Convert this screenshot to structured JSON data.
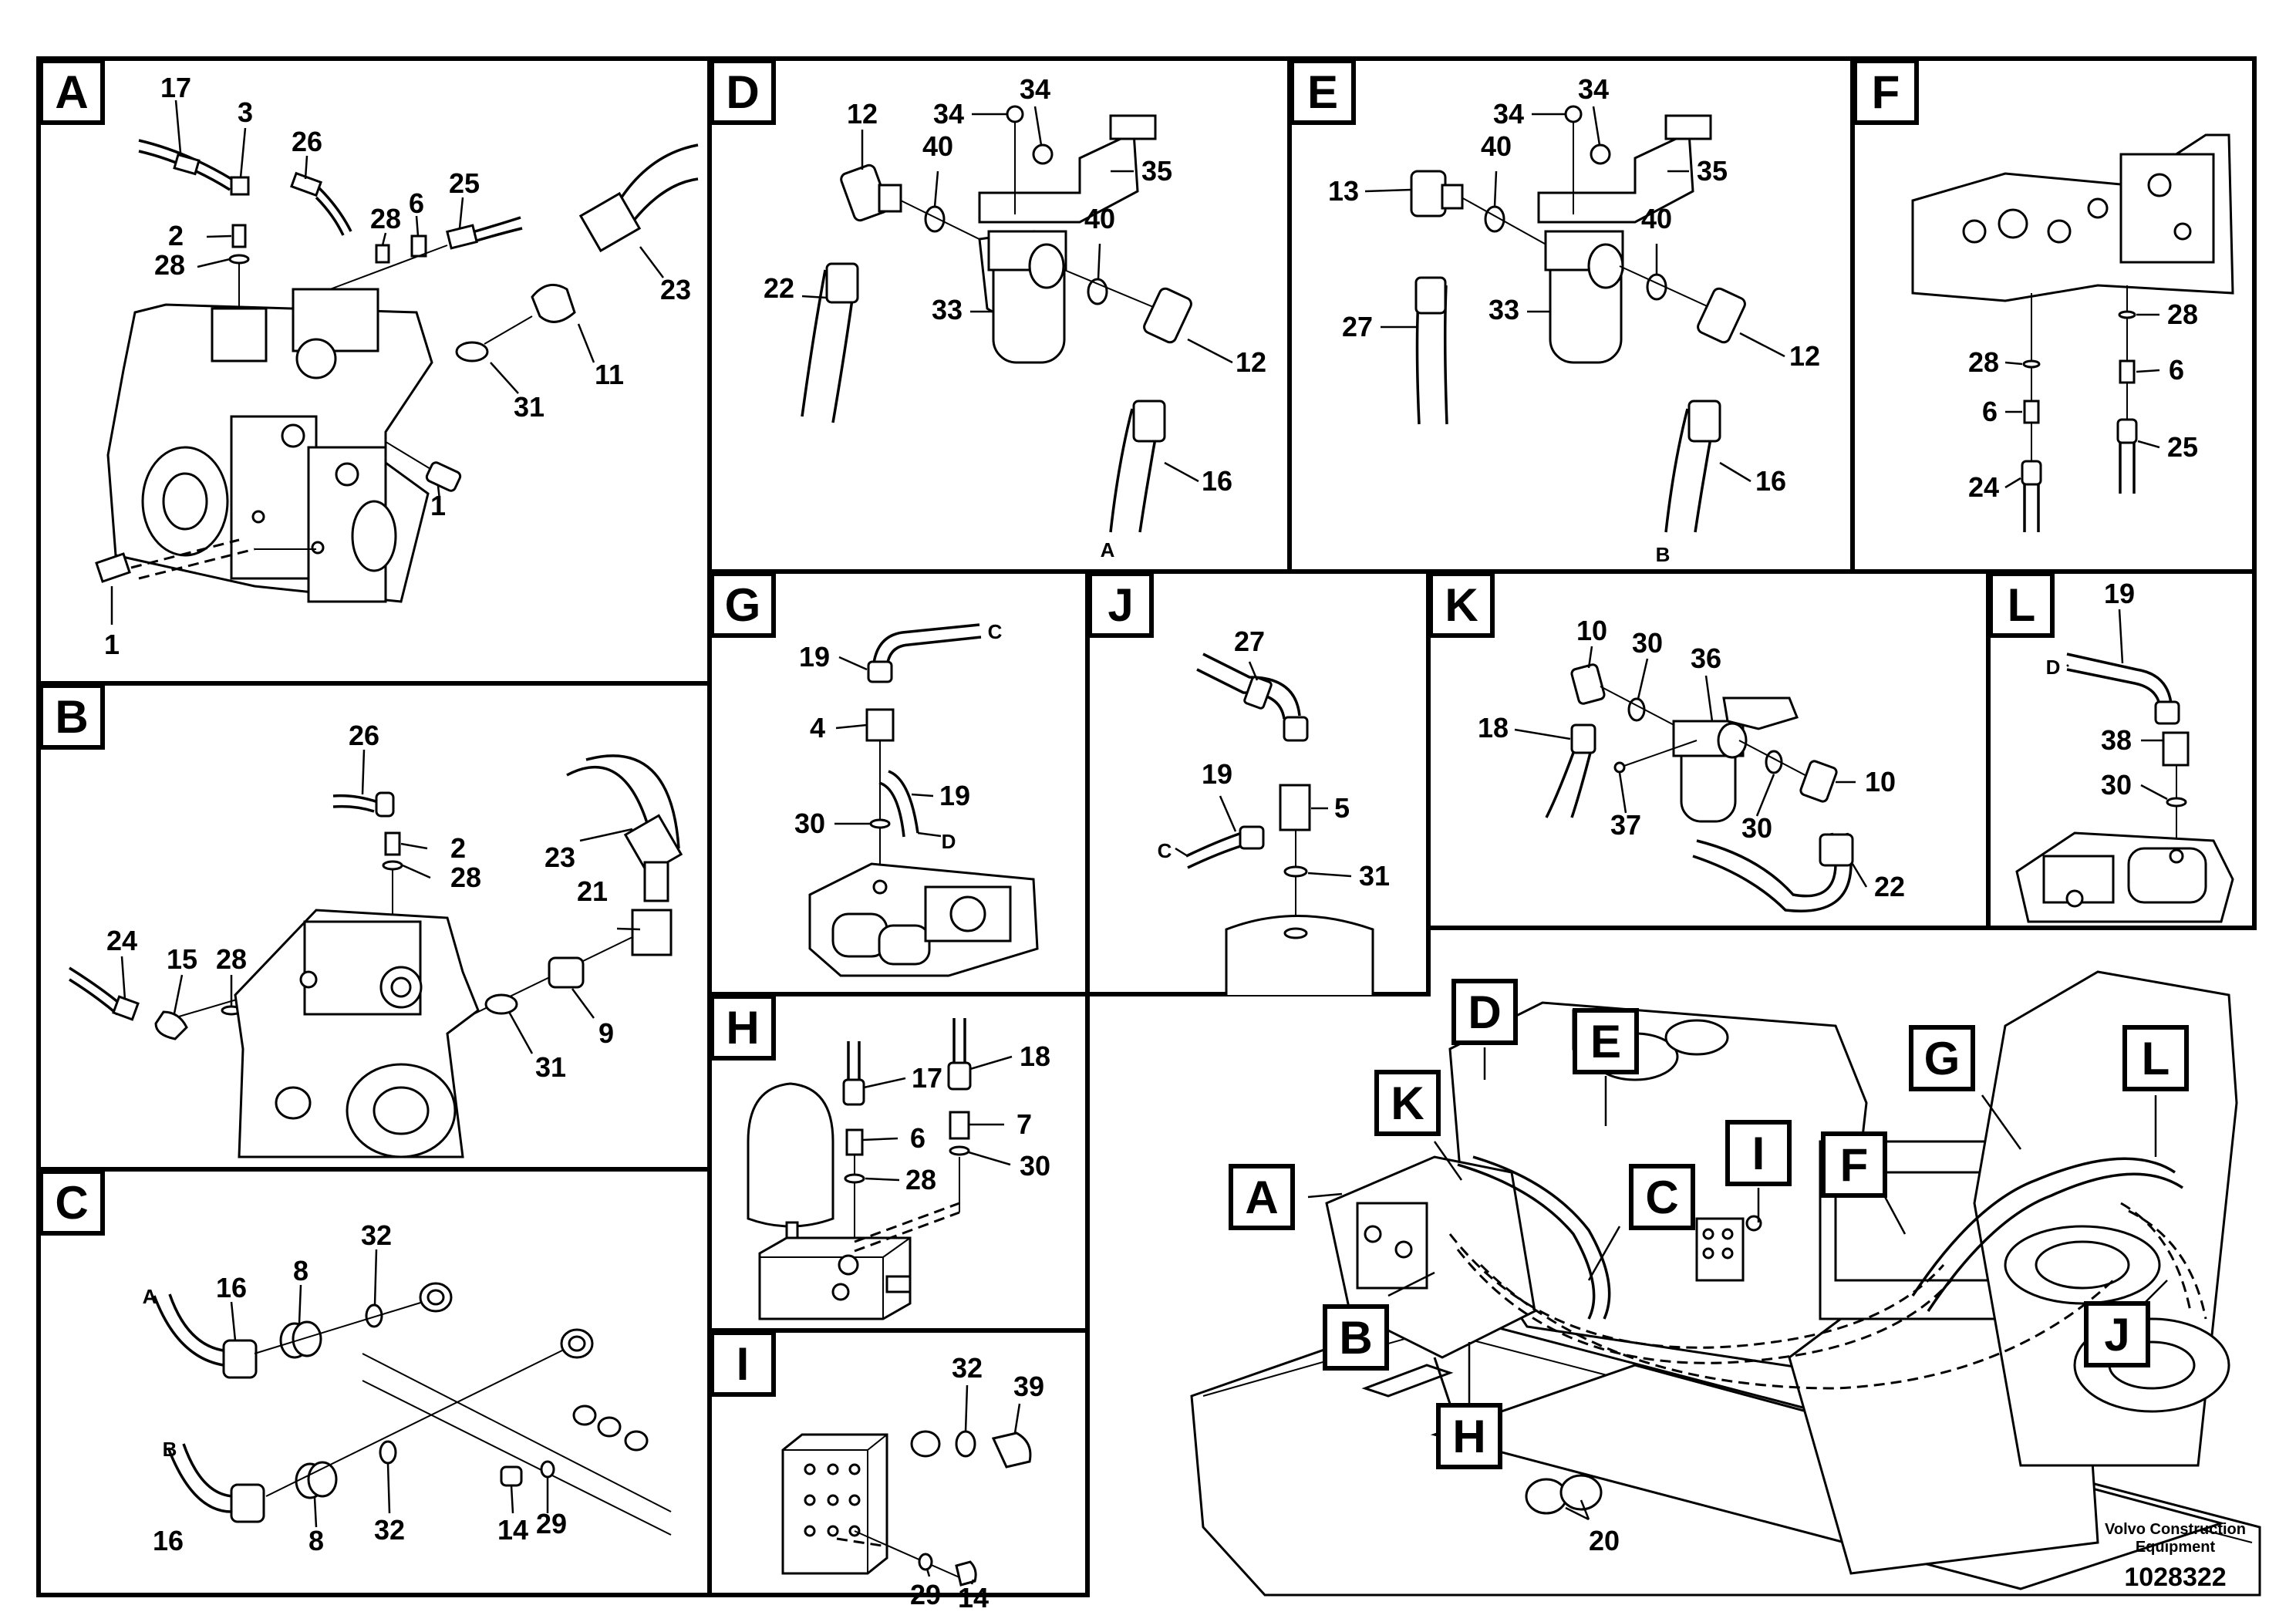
{
  "panels": [
    {
      "letter": "A",
      "labels": [
        "17",
        "3",
        "26",
        "2",
        "28",
        "28",
        "6",
        "25",
        "23",
        "11",
        "31",
        "1",
        "1"
      ]
    },
    {
      "letter": "B",
      "labels": [
        "26",
        "2",
        "28",
        "23",
        "21",
        "24",
        "15",
        "28",
        "9",
        "31"
      ]
    },
    {
      "letter": "C",
      "labels": [
        "A",
        "16",
        "8",
        "32",
        "B",
        "16",
        "8",
        "32",
        "14",
        "29"
      ]
    },
    {
      "letter": "D",
      "labels": [
        "12",
        "34",
        "34",
        "40",
        "35",
        "22",
        "33",
        "40",
        "12",
        "16",
        "A"
      ]
    },
    {
      "letter": "E",
      "labels": [
        "34",
        "34",
        "40",
        "35",
        "13",
        "27",
        "33",
        "40",
        "12",
        "16",
        "B"
      ]
    },
    {
      "letter": "F",
      "labels": [
        "28",
        "28",
        "6",
        "6",
        "25",
        "24"
      ]
    },
    {
      "letter": "G",
      "labels": [
        "19",
        "C",
        "4",
        "19",
        "30",
        "D"
      ]
    },
    {
      "letter": "J",
      "labels": [
        "27",
        "19",
        "5",
        "C",
        "31"
      ]
    },
    {
      "letter": "K",
      "labels": [
        "10",
        "30",
        "36",
        "18",
        "10",
        "37",
        "30",
        "22"
      ]
    },
    {
      "letter": "L",
      "labels": [
        "19",
        "D",
        "38",
        "30"
      ]
    },
    {
      "letter": "H",
      "labels": [
        "17",
        "18",
        "6",
        "7",
        "28",
        "30"
      ]
    },
    {
      "letter": "I",
      "labels": [
        "32",
        "39",
        "29",
        "14"
      ]
    }
  ],
  "overview": {
    "labels": [
      "D",
      "E",
      "K",
      "I",
      "A",
      "C",
      "G",
      "L",
      "F",
      "B",
      "J",
      "H"
    ],
    "callout": "20"
  },
  "footer": {
    "brand_line1": "Volvo Construction",
    "brand_line2": "Equipment",
    "drawing_number": "1028322"
  }
}
